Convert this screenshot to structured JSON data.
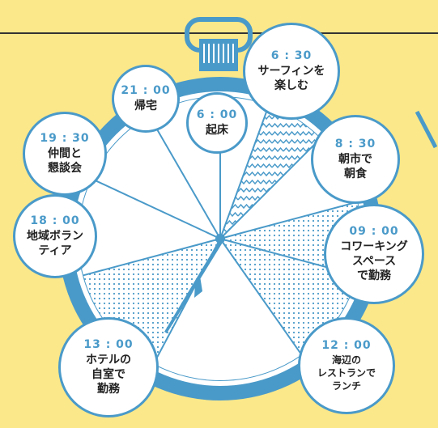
{
  "colors": {
    "background": "#fbe88a",
    "accent": "#4a9ac9",
    "dial": "#ffffff",
    "text": "#222222"
  },
  "stopwatch": {
    "icons": [
      "stopwatch-icon",
      "clock-hand-icon"
    ],
    "activities": [
      {
        "time": "6 : 00",
        "label": "起床"
      },
      {
        "time": "6 : 30",
        "label": "サーフィンを\n楽しむ"
      },
      {
        "time": "8 : 30",
        "label": "朝市で\n朝食"
      },
      {
        "time": "09 : 00",
        "label": "コワーキング\nスペース\nで勤務"
      },
      {
        "time": "12 : 00",
        "label": "海辺の\nレストランで\nランチ"
      },
      {
        "time": "13 : 00",
        "label": "ホテルの\n自室で\n勤務"
      },
      {
        "time": "18 : 00",
        "label": "地域ボラン\nティア"
      },
      {
        "time": "19 : 30",
        "label": "仲間と\n懇談会"
      },
      {
        "time": "21 : 00",
        "label": "帰宅"
      }
    ]
  }
}
